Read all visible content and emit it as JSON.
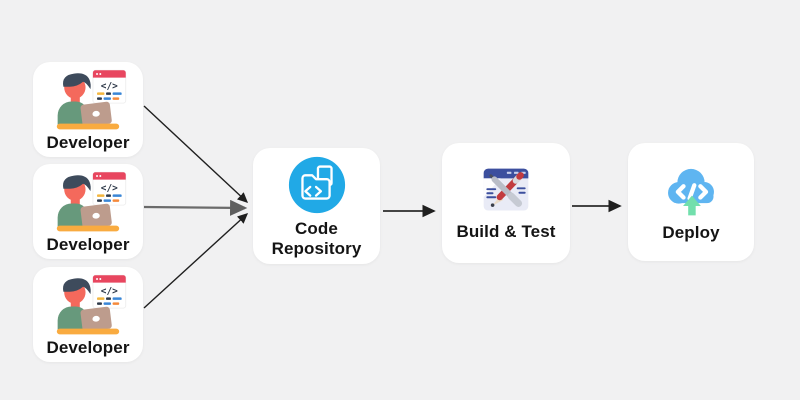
{
  "diagram": {
    "background_color": "#f1f1f2",
    "node_card_color": "#ffffff",
    "nodes": [
      {
        "id": "developer-1",
        "label": "Developer",
        "icon": "developer-illustration-icon"
      },
      {
        "id": "developer-2",
        "label": "Developer",
        "icon": "developer-illustration-icon"
      },
      {
        "id": "developer-3",
        "label": "Developer",
        "icon": "developer-illustration-icon"
      },
      {
        "id": "code-repository",
        "label": "Code Repository",
        "icon": "code-repository-folder-icon"
      },
      {
        "id": "build-test",
        "label": "Build & Test",
        "icon": "build-tools-window-icon"
      },
      {
        "id": "deploy",
        "label": "Deploy",
        "icon": "deploy-cloud-upload-icon"
      }
    ],
    "edges": [
      {
        "from": "developer-1",
        "to": "code-repository",
        "style": "thin-black-diagonal"
      },
      {
        "from": "developer-2",
        "to": "code-repository",
        "style": "thick-gray-horizontal"
      },
      {
        "from": "developer-3",
        "to": "code-repository",
        "style": "thin-black-diagonal"
      },
      {
        "from": "code-repository",
        "to": "build-test",
        "style": "dark-horizontal"
      },
      {
        "from": "build-test",
        "to": "deploy",
        "style": "dark-horizontal"
      }
    ],
    "colors": {
      "repository_circle_blue": "#21a9e6",
      "deploy_cloud_blue": "#5fb5f1",
      "deploy_arrow_mint": "#72dfac",
      "build_header_navy": "#3c4f9e",
      "build_body_lavender": "#e9ebf6",
      "pencil_red": "#c23b3f",
      "tool_gray": "#b9bdc7",
      "developer_shirt_green": "#67997c",
      "developer_skin_salmon": "#f4695c",
      "developer_hair_slate": "#3e4b5c",
      "laptop_tan": "#bd9c8d",
      "desk_orange": "#f9ab40",
      "code_window_header_red": "#e8465f",
      "edge_dark": "#1f1f1f",
      "edge_gray": "#6b6b6b",
      "label_color": "#141414"
    }
  }
}
